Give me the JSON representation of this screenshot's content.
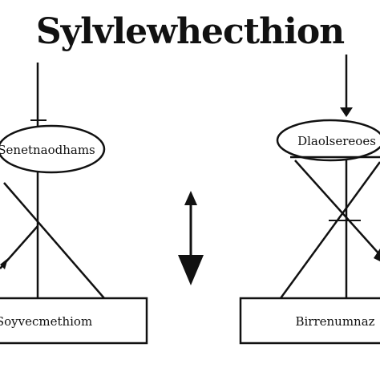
{
  "title": "Sylvlewhecthion",
  "left": {
    "ellipse_label": "Senetnaodhams",
    "box_label": "Soyvecmethiom"
  },
  "right": {
    "ellipse_label": "Dlaolsereoes",
    "box_label": "Birrenumnaz"
  },
  "center": {
    "icon": "double-arrow-vertical-icon"
  },
  "colors": {
    "ink": "#111111",
    "background": "#ffffff"
  }
}
